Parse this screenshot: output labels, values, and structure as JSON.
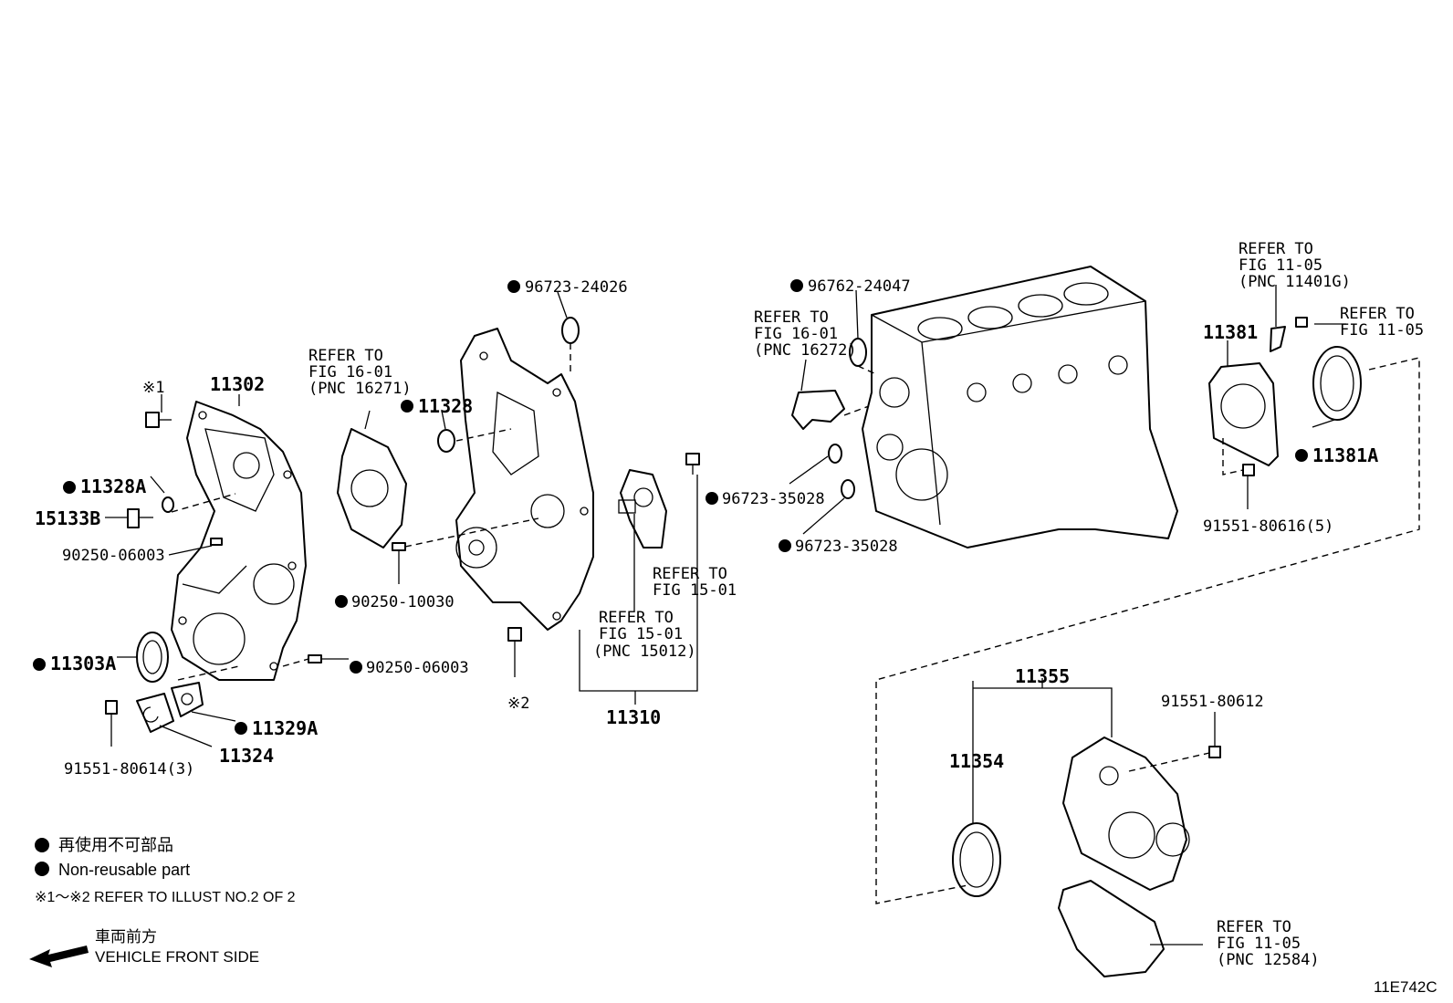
{
  "diagram_code": "11E742C",
  "legend": {
    "bullet_jp": "再使用不可部品",
    "bullet_en": "Non-reusable part",
    "ref_note": "※1～※2 REFER TO ILLUST NO.2 OF 2",
    "front_jp": "車両前方",
    "front_en": "VEHICLE FRONT SIDE"
  },
  "parts": {
    "p11302": "11302",
    "s1": "※1",
    "p11328A": "11328A",
    "p15133B": "15133B",
    "p90250_06003a": "90250-06003",
    "p11303A": "11303A",
    "p90250_06003b": "90250-06003",
    "p11329A": "11329A",
    "p11324": "11324",
    "p91551_80614": "91551-80614(3)",
    "p96723_24026": "96723-24026",
    "p11328": "11328",
    "p90250_10030": "90250-10030",
    "s2": "※2",
    "p11310": "11310",
    "p96762_24047": "96762-24047",
    "p96723_35028a": "96723-35028",
    "p96723_35028b": "96723-35028",
    "p11381": "11381",
    "p11381A": "11381A",
    "p91551_80616": "91551-80616(5)",
    "p11355": "11355",
    "p11354": "11354",
    "p91551_80612": "91551-80612"
  },
  "refs": {
    "r16271": {
      "l1": "REFER TO",
      "l2": "FIG 16-01",
      "l3": "(PNC 16271)"
    },
    "r16272": {
      "l1": "REFER TO",
      "l2": "FIG 16-01",
      "l3": "(PNC 16272)"
    },
    "r1501a": {
      "l1": "REFER TO",
      "l2": "FIG 15-01"
    },
    "r15012": {
      "l1": "REFER TO",
      "l2": "FIG 15-01",
      "l3": "(PNC 15012)"
    },
    "r11401g": {
      "l1": "REFER TO",
      "l2": "FIG 11-05",
      "l3": "(PNC 11401G)"
    },
    "r1105": {
      "l1": "REFER TO",
      "l2": "FIG 11-05"
    },
    "r12584": {
      "l1": "REFER TO",
      "l2": "FIG 11-05",
      "l3": "(PNC 12584)"
    }
  }
}
